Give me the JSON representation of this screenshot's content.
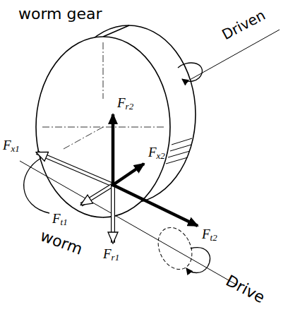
{
  "diagram": {
    "labels": [
      "worm gear",
      "Driven",
      "Fr2",
      "Fx1",
      "Fx2",
      "Ft1",
      "Ft2",
      "worm",
      "Fr1",
      "Drive"
    ]
  }
}
